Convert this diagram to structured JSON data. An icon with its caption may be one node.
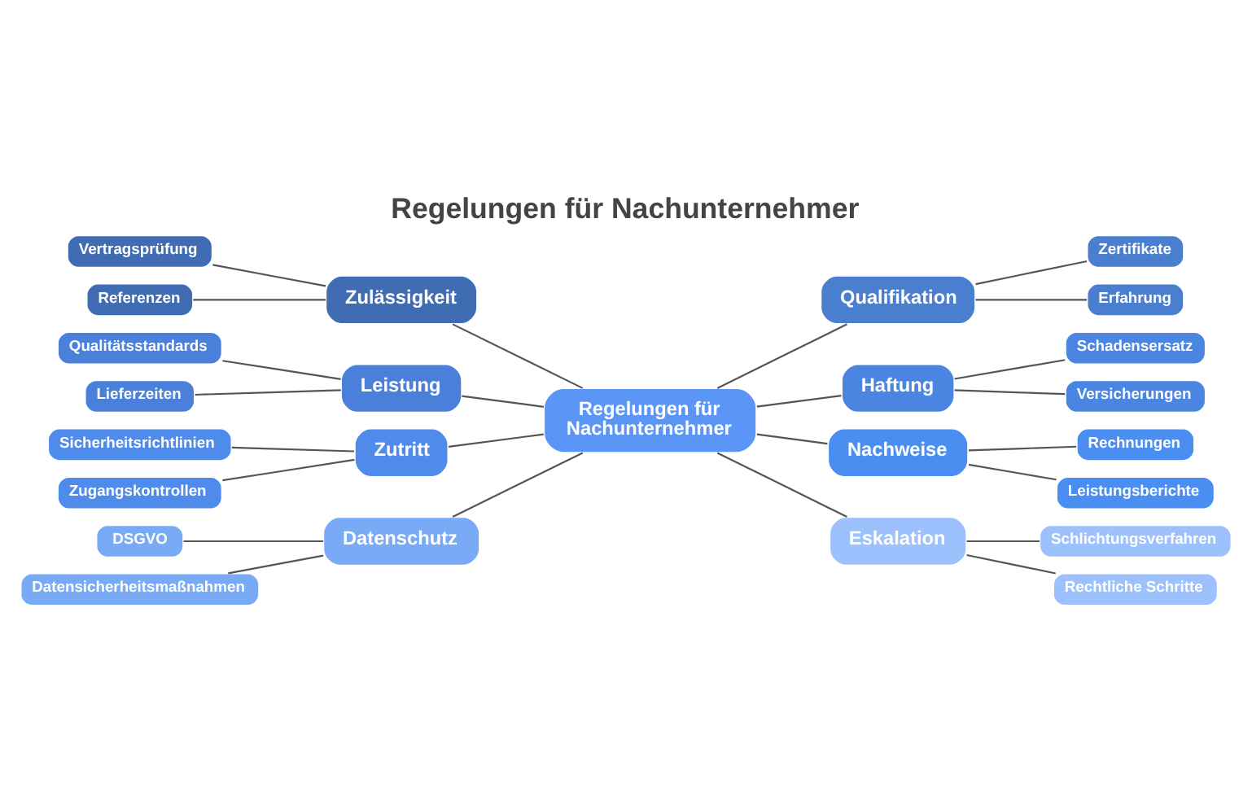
{
  "diagram": {
    "title": "Regelungen für Nachunternehmer",
    "nodes": [
      {
        "text": [
          "Regelungen für Nachunternehmer"
        ]
      },
      {
        "text": [
          "Zulässigkeit"
        ]
      },
      {
        "text": [
          "Vertragsprüfung"
        ]
      },
      {
        "text": [
          "Referenzen"
        ]
      },
      {
        "text": [
          "Leistung"
        ]
      },
      {
        "text": [
          "Qualitätsstandards"
        ]
      },
      {
        "text": [
          "Lieferzeiten"
        ]
      },
      {
        "text": [
          "Zutritt"
        ]
      },
      {
        "text": [
          "Sicherheitsrichtlinien"
        ]
      },
      {
        "text": [
          "Zugangskontrollen"
        ]
      },
      {
        "text": [
          "Datenschutz"
        ]
      },
      {
        "text": [
          "DSGVO"
        ]
      },
      {
        "text": [
          "Datensicherheitsmaßnahmen"
        ]
      },
      {
        "text": [
          "Qualifikation"
        ]
      },
      {
        "text": [
          "Zertifikate"
        ]
      },
      {
        "text": [
          "Erfahrung"
        ]
      },
      {
        "text": [
          "Haftung"
        ]
      },
      {
        "text": [
          "Schadensersatz"
        ]
      },
      {
        "text": [
          "Versicherungen"
        ]
      },
      {
        "text": [
          "Nachweise"
        ]
      },
      {
        "text": [
          "Rechnungen"
        ]
      },
      {
        "text": [
          "Leistungsberichte"
        ]
      },
      {
        "text": [
          "Eskalation"
        ]
      },
      {
        "text": [
          "Schlichtungsverfahren"
        ]
      },
      {
        "text": [
          "Rechtliche Schritte"
        ]
      }
    ],
    "edges": [
      {
        "from": 1,
        "to": 0,
        "arrow": "none"
      },
      {
        "from": 2,
        "to": 1,
        "arrow": "none"
      },
      {
        "from": 3,
        "to": 1,
        "arrow": "none"
      },
      {
        "from": 4,
        "to": 0,
        "arrow": "none"
      },
      {
        "from": 5,
        "to": 4,
        "arrow": "none"
      },
      {
        "from": 6,
        "to": 4,
        "arrow": "none"
      },
      {
        "from": 7,
        "to": 0,
        "arrow": "none"
      },
      {
        "from": 8,
        "to": 7,
        "arrow": "none"
      },
      {
        "from": 9,
        "to": 7,
        "arrow": "none"
      },
      {
        "from": 10,
        "to": 0,
        "arrow": "none"
      },
      {
        "from": 11,
        "to": 10,
        "arrow": "none"
      },
      {
        "from": 12,
        "to": 10,
        "arrow": "none"
      },
      {
        "from": 0,
        "to": 13,
        "arrow": "none"
      },
      {
        "from": 13,
        "to": 14,
        "arrow": "none"
      },
      {
        "from": 13,
        "to": 15,
        "arrow": "none"
      },
      {
        "from": 0,
        "to": 16,
        "arrow": "none"
      },
      {
        "from": 16,
        "to": 17,
        "arrow": "none"
      },
      {
        "from": 16,
        "to": 18,
        "arrow": "none"
      },
      {
        "from": 0,
        "to": 19,
        "arrow": "none"
      },
      {
        "from": 19,
        "to": 20,
        "arrow": "none"
      },
      {
        "from": 19,
        "to": 21,
        "arrow": "none"
      },
      {
        "from": 0,
        "to": 22,
        "arrow": "none"
      },
      {
        "from": 22,
        "to": 23,
        "arrow": "none"
      },
      {
        "from": 22,
        "to": 24,
        "arrow": "none"
      }
    ]
  }
}
